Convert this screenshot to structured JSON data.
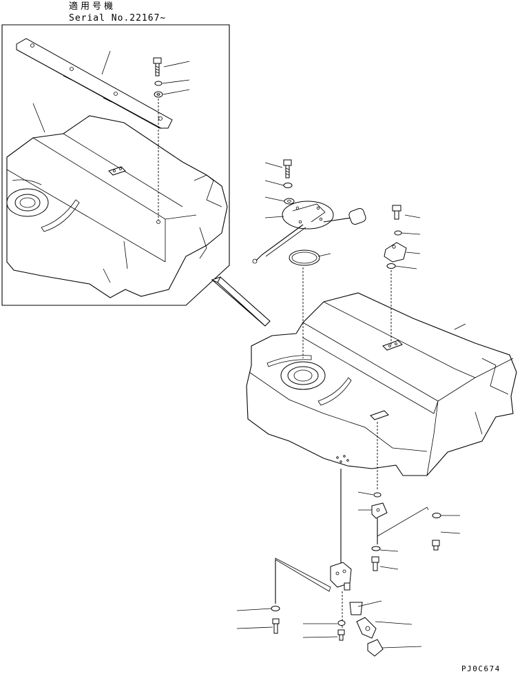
{
  "header": {
    "title_line1": "適用号機",
    "title_line2": "Serial No.22167~"
  },
  "footer": {
    "drawing_code": "PJ0C674"
  }
}
